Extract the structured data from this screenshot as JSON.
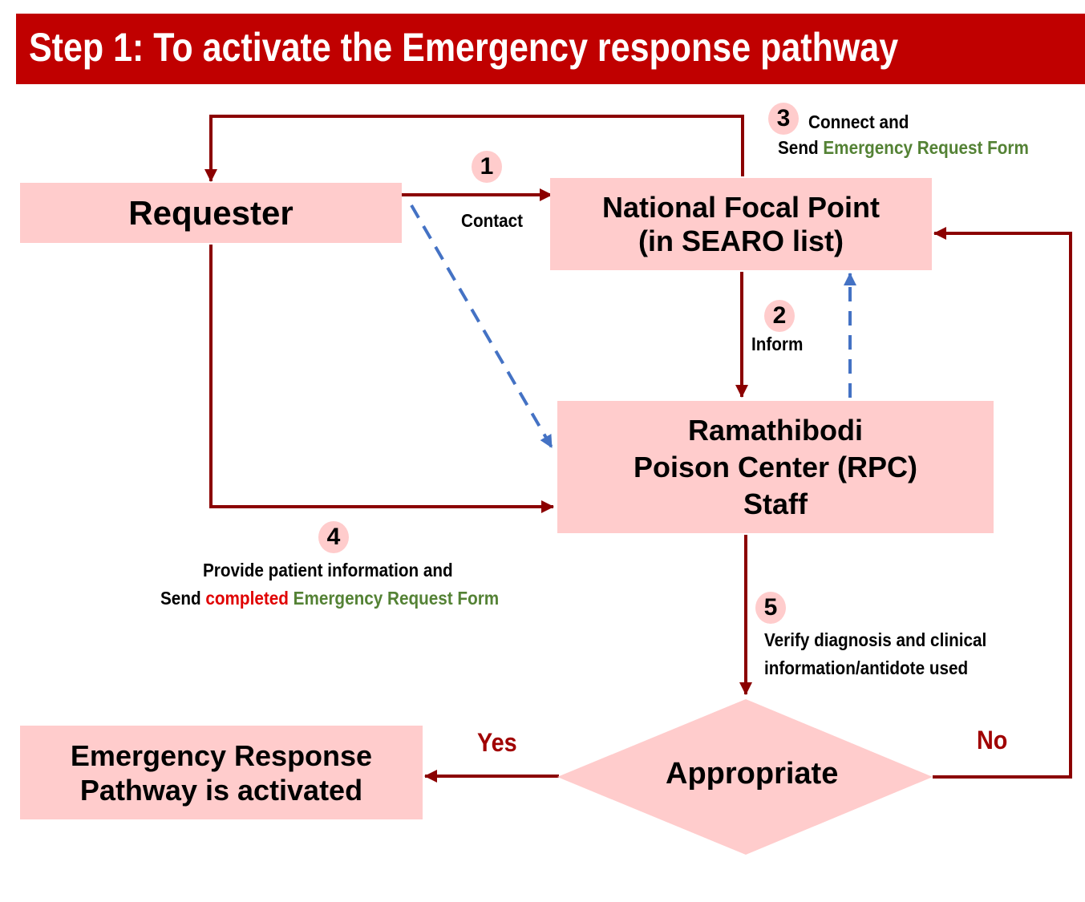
{
  "title": "Step 1: To activate the Emergency response pathway",
  "nodes": {
    "requester": "Requester",
    "nfp_line1": "National Focal Point",
    "nfp_line2": "(in SEARO list)",
    "rpc_line1": "Ramathibodi",
    "rpc_line2": "Poison Center (RPC)",
    "rpc_line3": "Staff",
    "decision": "Appropriate",
    "activated_line1": "Emergency Response",
    "activated_line2": "Pathway is activated"
  },
  "steps": {
    "s1_num": "1",
    "s1_label": "Contact",
    "s2_num": "2",
    "s2_label": "Inform",
    "s3_num": "3",
    "s3_line1": "Connect and",
    "s3_send": "Send",
    "s3_form": "Emergency Request Form",
    "s4_num": "4",
    "s4_line1": "Provide patient information and",
    "s4_send": "Send",
    "s4_completed": "completed",
    "s4_form": "Emergency Request Form",
    "s5_num": "5",
    "s5_line1": "Verify diagnosis and clinical",
    "s5_line2": "information/antidote used"
  },
  "branches": {
    "yes": "Yes",
    "no": "No"
  },
  "colors": {
    "title_bg": "#c00000",
    "box_fill": "#ffcccc",
    "arrow_solid": "#8b0000",
    "arrow_dashed": "#4472c4",
    "form_text": "#548235",
    "completed_text": "#e00000"
  }
}
